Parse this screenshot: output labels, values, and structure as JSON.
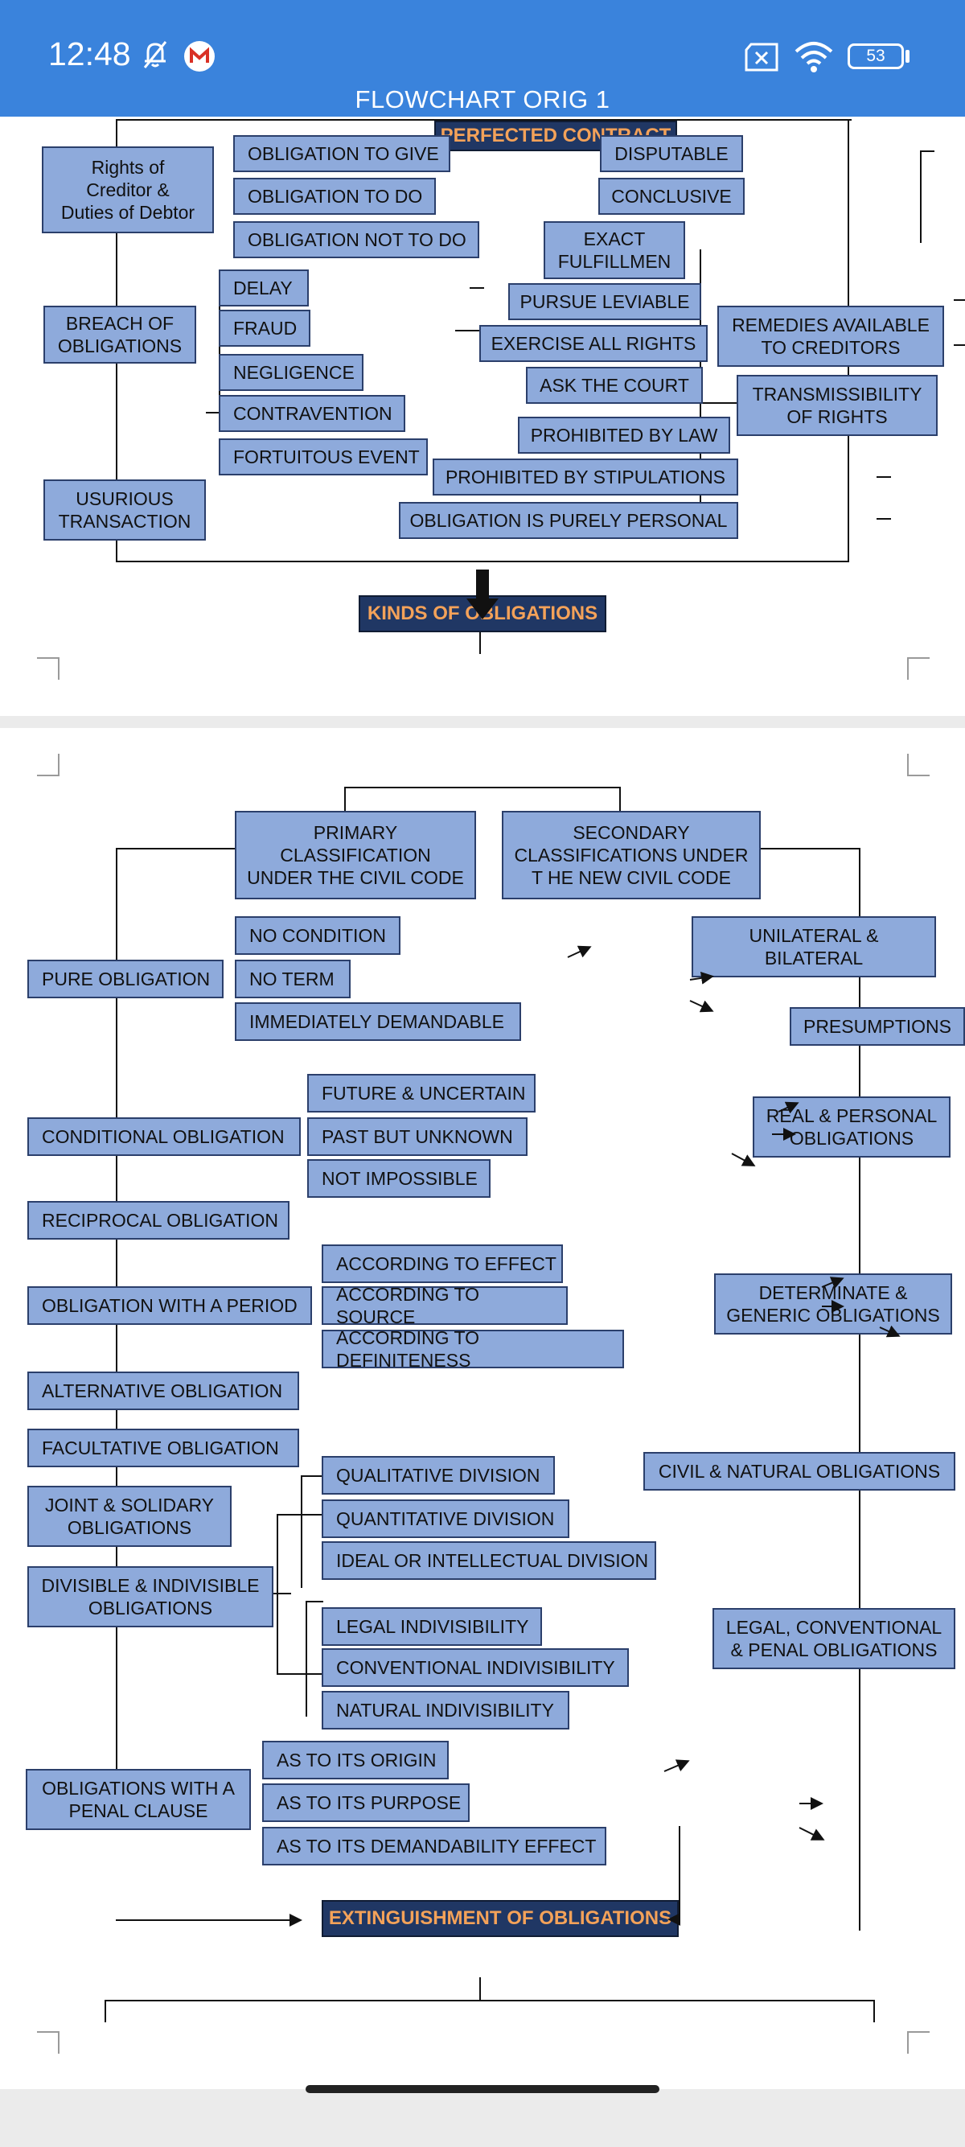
{
  "status_bar": {
    "time": "12:48",
    "battery": "53",
    "icons": [
      "bell-off-icon",
      "gmail-icon",
      "no-sim-icon",
      "wifi-icon",
      "battery-icon"
    ]
  },
  "document": {
    "title": "FLOWCHART ORIG 1"
  },
  "page1": {
    "perfected_contract": "PERFECTED CONTRACT",
    "left": {
      "rights": "Rights of\nCreditor &\nDuties of Debtor",
      "breach": "BREACH OF\nOBLIGATIONS",
      "usurious": "USURIOUS\nTRANSACTION"
    },
    "obligation_to": [
      "OBLIGATION TO GIVE",
      "OBLIGATION TO DO",
      "OBLIGATION NOT TO DO"
    ],
    "breach_items": [
      "DELAY",
      "FRAUD",
      "NEGLIGENCE",
      "CONTRAVENTION",
      "FORTUITOUS EVENT"
    ],
    "right_col": {
      "disputable": "DISPUTABLE",
      "conclusive": "CONCLUSIVE",
      "exact": "EXACT\nFULFILLMEN",
      "pursue": "PURSUE LEVIABLE",
      "exercise": "EXERCISE ALL RIGHTS",
      "ask": "ASK THE COURT",
      "prohibited_law": "PROHIBITED BY LAW",
      "prohibited_stip": "PROHIBITED BY STIPULATIONS",
      "personal": "OBLIGATION IS PURELY PERSONAL",
      "remedies": "REMEDIES AVAILABLE\nTO CREDITORS",
      "transmissibility": "TRANSMISSIBILITY\nOF RIGHTS"
    },
    "kinds": "KINDS OF OBLIGATIONS"
  },
  "page2": {
    "primary": "PRIMARY\nCLASSIFICATION\nUNDER THE CIVIL CODE",
    "secondary": "SECONDARY\nCLASSIFICATIONS UNDER\nT HE NEW CIVIL CODE",
    "primary_items": {
      "pure": "PURE OBLIGATION",
      "conditional": "CONDITIONAL OBLIGATION",
      "reciprocal": "RECIPROCAL OBLIGATION",
      "period": "OBLIGATION WITH A PERIOD",
      "alternative": "ALTERNATIVE OBLIGATION",
      "facultative": "FACULTATIVE OBLIGATION",
      "joint": "JOINT & SOLIDARY\nOBLIGATIONS",
      "divisible": "DIVISIBLE & INDIVISIBLE\nOBLIGATIONS",
      "penal": "OBLIGATIONS WITH A\nPENAL CLAUSE"
    },
    "pure_items": [
      "NO CONDITION",
      "NO TERM",
      "IMMEDIATELY DEMANDABLE"
    ],
    "conditional_items": [
      "FUTURE & UNCERTAIN",
      "PAST BUT UNKNOWN",
      "NOT IMPOSSIBLE"
    ],
    "period_items": [
      "ACCORDING TO EFFECT",
      "ACCORDING TO SOURCE",
      "ACCORDING TO DEFINITENESS"
    ],
    "division_items": [
      "QUALITATIVE DIVISION",
      "QUANTITATIVE DIVISION",
      "IDEAL OR INTELLECTUAL DIVISION"
    ],
    "indivisibility_items": [
      "LEGAL INDIVISIBILITY",
      "CONVENTIONAL INDIVISIBILITY",
      "NATURAL INDIVISIBILITY"
    ],
    "penal_items": [
      "AS TO ITS ORIGIN",
      "AS TO ITS PURPOSE",
      "AS TO ITS DEMANDABILITY EFFECT"
    ],
    "secondary_items": {
      "unilateral": "UNILATERAL &\nBILATERAL",
      "presumptions": "PRESUMPTIONS",
      "real": "REAL & PERSONAL\nOBLIGATIONS",
      "determinate": "DETERMINATE &\nGENERIC OBLIGATIONS",
      "civil": "CIVIL & NATURAL OBLIGATIONS",
      "legal": "LEGAL, CONVENTIONAL\n& PENAL OBLIGATIONS"
    },
    "extinguishment": "EXTINGUISHMENT OF OBLIGATIONS"
  }
}
